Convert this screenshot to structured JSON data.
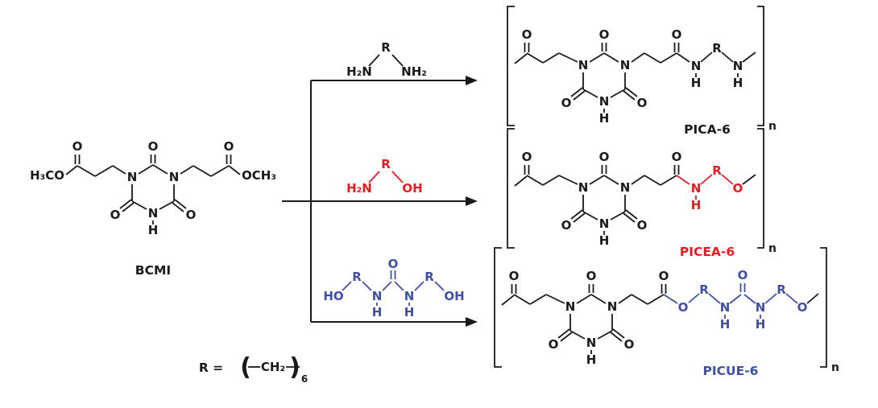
{
  "scheme": {
    "type": "chemical-reaction-scheme",
    "reactant": {
      "name": "BCMI"
    },
    "reagents": [
      {
        "id": "diamine",
        "color": "black",
        "parts": {
          "left": "H₂N",
          "r": "R",
          "right": "NH₂"
        }
      },
      {
        "id": "amino-alcohol",
        "color": "red",
        "parts": {
          "left": "H₂N",
          "r": "R",
          "right": "OH"
        }
      },
      {
        "id": "urea-diol",
        "color": "blue",
        "parts": {
          "left": "HO",
          "r1": "R",
          "n1": "N",
          "h1": "H",
          "o": "O",
          "n2": "N",
          "h2": "H",
          "r2": "R",
          "right": "OH"
        }
      }
    ],
    "products": [
      {
        "name": "PICA-6",
        "color": "black",
        "repeat": "n"
      },
      {
        "name": "PICEA-6",
        "color": "red",
        "repeat": "n"
      },
      {
        "name": "PICUE-6",
        "color": "blue",
        "repeat": "n"
      }
    ],
    "r_definition": {
      "lhs": "R =",
      "open": "(",
      "unit": "CH₂",
      "close": ")",
      "subscript": "6"
    }
  },
  "atoms": {
    "O": "O",
    "N": "N",
    "H": "H",
    "R": "R",
    "H3CO": "H₃CO",
    "OCH3": "OCH₃",
    "H2N": "H₂N",
    "NH2": "NH₂",
    "HO": "HO",
    "OH": "OH"
  },
  "colors": {
    "black": "#1a1a1a",
    "red": "#e8191f",
    "blue": "#3e4fa8",
    "background": "#ffffff"
  }
}
